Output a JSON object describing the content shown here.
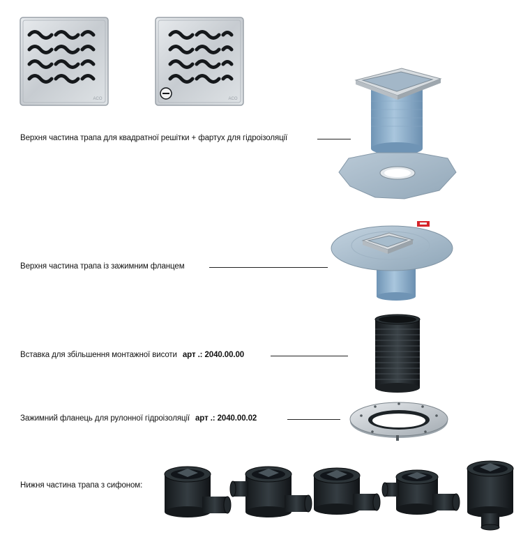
{
  "labels": {
    "upper_square": "Верхня частина трапа для квадратної решітки + фартух для гідроізоляції",
    "upper_clamp": "Верхня частина трапа із зажимним фланцем",
    "insert": "Вставка для збільшення монтажної висоти",
    "insert_art": "арт .: 2040.00.00",
    "flange": "Зажимний фланець для рулонної гідроізоляції",
    "flange_art": "арт .: 2040.00.02",
    "lower": "Нижня частина трапа з сифоном:"
  },
  "grates": [
    {
      "name": "wave-grate",
      "logo": "ACO"
    },
    {
      "name": "wave-grate-with-minus",
      "logo": "ACO"
    }
  ],
  "colors": {
    "steel": "#c9ced3",
    "blue_body": "#8fb2cf",
    "membrane": "#a9bccb",
    "black_part": "#1c2226",
    "red_tag": "#d6242a"
  }
}
